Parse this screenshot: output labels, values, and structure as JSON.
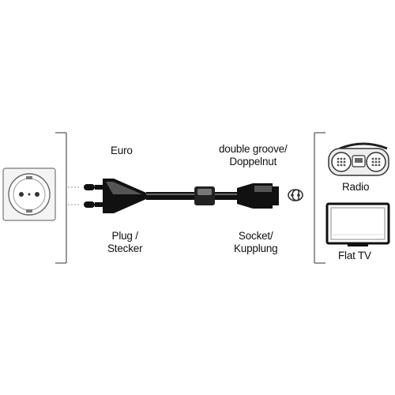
{
  "labels": {
    "plug_type": "Euro",
    "plug_line1": "Plug /",
    "plug_line2": "Stecker",
    "connector_type_line1": "double groove/",
    "connector_type_line2": "Doppelnut",
    "socket_line1": "Socket/",
    "socket_line2": "Kupplung",
    "device_radio": "Radio",
    "device_tv": "Flat TV"
  }
}
